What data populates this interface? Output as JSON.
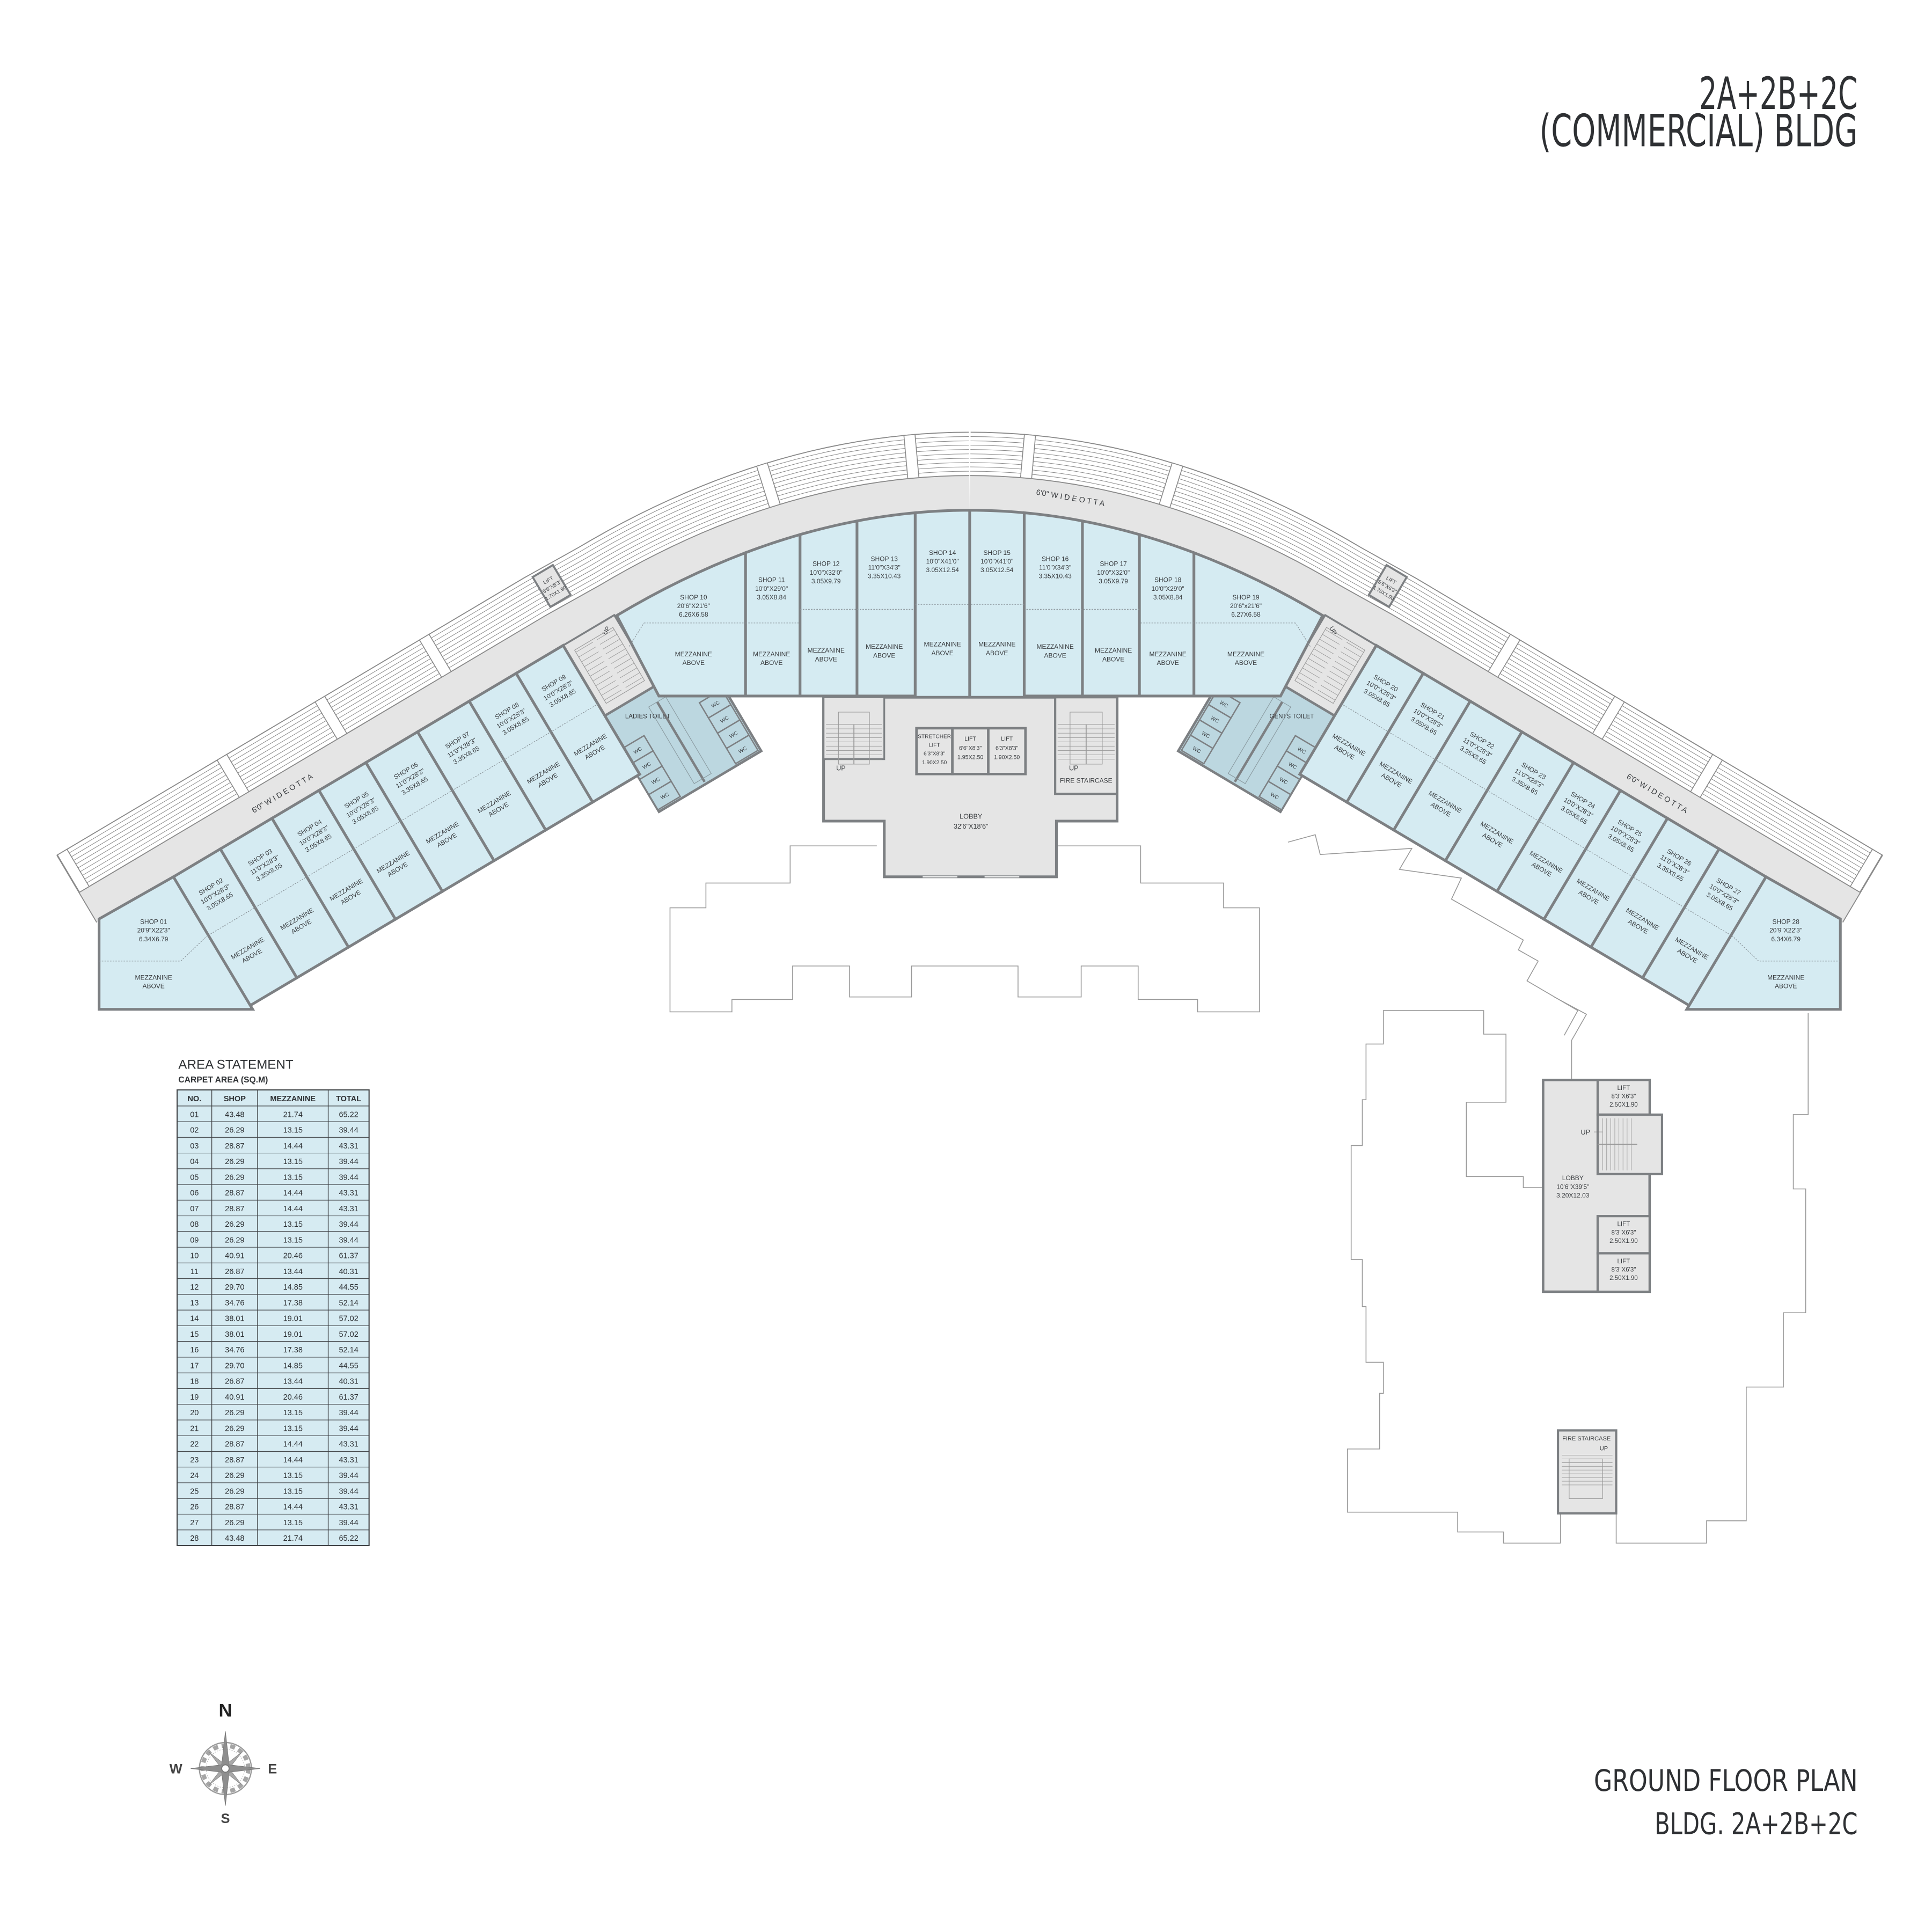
{
  "title": {
    "line1": "2A+2B+2C",
    "line2": "(COMMERCIAL) BLDG"
  },
  "footer": {
    "line1": "GROUND  FLOOR PLAN",
    "line2": "BLDG. 2A+2B+2C"
  },
  "otta_label": "6'0\" W I D E  O T T A",
  "mezzanine_label": [
    "MEZZANINE",
    "ABOVE"
  ],
  "shops": [
    {
      "name": "SHOP 01",
      "dim_ft": "20'9\"X22'3\"",
      "dim_m": "6.34X6.79"
    },
    {
      "name": "SHOP 02",
      "dim_ft": "10'0\"X28'3\"",
      "dim_m": "3.05X8.65"
    },
    {
      "name": "SHOP 03",
      "dim_ft": "11'0\"X28'3\"",
      "dim_m": "3.35X8.65"
    },
    {
      "name": "SHOP 04",
      "dim_ft": "10'0\"X28'3\"",
      "dim_m": "3.05X8.65"
    },
    {
      "name": "SHOP 05",
      "dim_ft": "10'0\"X28'3\"",
      "dim_m": "3.05X8.65"
    },
    {
      "name": "SHOP 06",
      "dim_ft": "11'0\"X28'3\"",
      "dim_m": "3.35X8.65"
    },
    {
      "name": "SHOP 07",
      "dim_ft": "11'0\"X28'3\"",
      "dim_m": "3.35X8.65"
    },
    {
      "name": "SHOP 08",
      "dim_ft": "10'0\"X28'3\"",
      "dim_m": "3.05X8.65"
    },
    {
      "name": "SHOP 09",
      "dim_ft": "10'0\"X28'3\"",
      "dim_m": "3.05X8.65"
    },
    {
      "name": "SHOP 10",
      "dim_ft": "20'6\"X21'6\"",
      "dim_m": "6.26X6.58"
    },
    {
      "name": "SHOP 11",
      "dim_ft": "10'0\"X29'0\"",
      "dim_m": "3.05X8.84"
    },
    {
      "name": "SHOP 12",
      "dim_ft": "10'0\"X32'0\"",
      "dim_m": "3.05X9.79"
    },
    {
      "name": "SHOP 13",
      "dim_ft": "11'0\"X34'3\"",
      "dim_m": "3.35X10.43"
    },
    {
      "name": "SHOP 14",
      "dim_ft": "10'0\"X41'0\"",
      "dim_m": "3.05X12.54"
    },
    {
      "name": "SHOP 15",
      "dim_ft": "10'0\"X41'0\"",
      "dim_m": "3.05X12.54"
    },
    {
      "name": "SHOP 16",
      "dim_ft": "11'0\"X34'3\"",
      "dim_m": "3.35X10.43"
    },
    {
      "name": "SHOP 17",
      "dim_ft": "10'0\"X32'0\"",
      "dim_m": "3.05X9.79"
    },
    {
      "name": "SHOP 18",
      "dim_ft": "10'0\"X29'0\"",
      "dim_m": "3.05X8.84"
    },
    {
      "name": "SHOP 19",
      "dim_ft": "20'6\"x21'6\"",
      "dim_m": "6.27X6.58"
    },
    {
      "name": "SHOP 20",
      "dim_ft": "10'0\"X28'3\"",
      "dim_m": "3.05X8.65"
    },
    {
      "name": "SHOP 21",
      "dim_ft": "10'0\"X28'3\"",
      "dim_m": "3.05X8.65"
    },
    {
      "name": "SHOP 22",
      "dim_ft": "11'0\"X28'3\"",
      "dim_m": "3.35X8.65"
    },
    {
      "name": "SHOP 23",
      "dim_ft": "11'0\"X28'3\"",
      "dim_m": "3.35X8.65"
    },
    {
      "name": "SHOP 24",
      "dim_ft": "10'0\"X28'3\"",
      "dim_m": "3.05X8.65"
    },
    {
      "name": "SHOP 25",
      "dim_ft": "10'0\"X28'3\"",
      "dim_m": "3.05X8.65"
    },
    {
      "name": "SHOP 26",
      "dim_ft": "11'0\"X28'3\"",
      "dim_m": "3.35X8.65"
    },
    {
      "name": "SHOP 27",
      "dim_ft": "10'0\"X28'3\"",
      "dim_m": "3.05X8.65"
    },
    {
      "name": "SHOP 28",
      "dim_ft": "20'9\"X22'3\"",
      "dim_m": "6.34X6.79"
    }
  ],
  "rooms": {
    "ladies_toilet": "LADIES TOILET",
    "gents_toilet": "GENTS TOILET",
    "wc": "WC",
    "up": "UP",
    "fire_staircase": "FIRE STAIRCASE",
    "stretcher_lift": [
      "STRETCHER",
      "LIFT",
      "6'3\"X8'3\"",
      "1.90X2.50"
    ],
    "lift_a": [
      "LIFT",
      "6'6\"X8'3\"",
      "1.95X2.50"
    ],
    "lift_b": [
      "LIFT",
      "6'3\"X8'3\"",
      "1.90X2.50"
    ],
    "lobby": [
      "LOBBY",
      "32'6\"X18'6\""
    ],
    "otta_lift": [
      "LIFT",
      "5'6\"X6'3\"",
      "1.70X1.90"
    ],
    "bldg2_lobby": [
      "LOBBY",
      "10'6\"X39'5\"",
      "3.20X12.03"
    ],
    "bldg2_lift": [
      "LIFT",
      "8'3\"X6'3\"",
      "2.50X1.90"
    ]
  },
  "area_statement": {
    "title": "AREA STATEMENT",
    "subtitle": "CARPET AREA (SQ.M)",
    "columns": [
      "NO.",
      "SHOP",
      "MEZZANINE",
      "TOTAL"
    ],
    "rows": [
      [
        "01",
        "43.48",
        "21.74",
        "65.22"
      ],
      [
        "02",
        "26.29",
        "13.15",
        "39.44"
      ],
      [
        "03",
        "28.87",
        "14.44",
        "43.31"
      ],
      [
        "04",
        "26.29",
        "13.15",
        "39.44"
      ],
      [
        "05",
        "26.29",
        "13.15",
        "39.44"
      ],
      [
        "06",
        "28.87",
        "14.44",
        "43.31"
      ],
      [
        "07",
        "28.87",
        "14.44",
        "43.31"
      ],
      [
        "08",
        "26.29",
        "13.15",
        "39.44"
      ],
      [
        "09",
        "26.29",
        "13.15",
        "39.44"
      ],
      [
        "10",
        "40.91",
        "20.46",
        "61.37"
      ],
      [
        "11",
        "26.87",
        "13.44",
        "40.31"
      ],
      [
        "12",
        "29.70",
        "14.85",
        "44.55"
      ],
      [
        "13",
        "34.76",
        "17.38",
        "52.14"
      ],
      [
        "14",
        "38.01",
        "19.01",
        "57.02"
      ],
      [
        "15",
        "38.01",
        "19.01",
        "57.02"
      ],
      [
        "16",
        "34.76",
        "17.38",
        "52.14"
      ],
      [
        "17",
        "29.70",
        "14.85",
        "44.55"
      ],
      [
        "18",
        "26.87",
        "13.44",
        "40.31"
      ],
      [
        "19",
        "40.91",
        "20.46",
        "61.37"
      ],
      [
        "20",
        "26.29",
        "13.15",
        "39.44"
      ],
      [
        "21",
        "26.29",
        "13.15",
        "39.44"
      ],
      [
        "22",
        "28.87",
        "14.44",
        "43.31"
      ],
      [
        "23",
        "28.87",
        "14.44",
        "43.31"
      ],
      [
        "24",
        "26.29",
        "13.15",
        "39.44"
      ],
      [
        "25",
        "26.29",
        "13.15",
        "39.44"
      ],
      [
        "26",
        "28.87",
        "14.44",
        "43.31"
      ],
      [
        "27",
        "26.29",
        "13.15",
        "39.44"
      ],
      [
        "28",
        "43.48",
        "21.74",
        "65.22"
      ]
    ]
  },
  "compass": {
    "n": "N",
    "e": "E",
    "s": "S",
    "w": "W"
  },
  "colors": {
    "shop_fill": "#d5ebf2",
    "toilet_fill": "#bcd7e0",
    "common_fill": "#e5e5e5",
    "wall": "#7d8083",
    "table_fill": "#d6ebf2"
  }
}
